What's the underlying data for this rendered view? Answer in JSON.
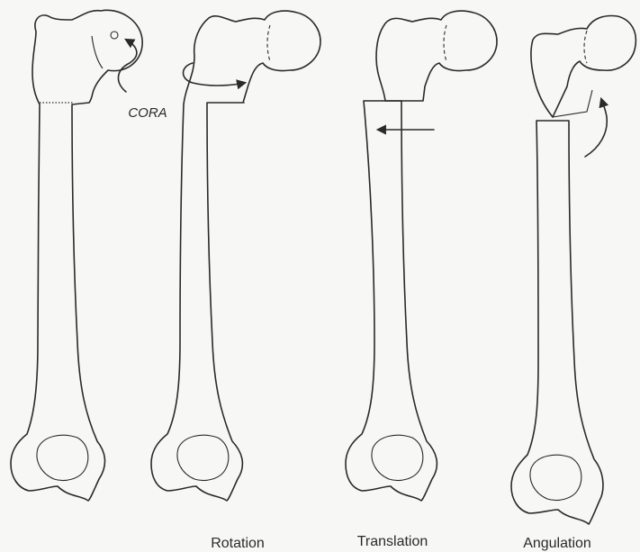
{
  "labels": {
    "cora": "CORA",
    "rotation": "Rotation",
    "translation": "Translation",
    "angulation": "Angulation"
  },
  "colors": {
    "ink": "#2a2a2a",
    "paper": "#f7f7f5"
  },
  "panels": [
    {
      "id": "original",
      "caption": ""
    },
    {
      "id": "rotation",
      "caption": "Rotation"
    },
    {
      "id": "translation",
      "caption": "Translation"
    },
    {
      "id": "angulation",
      "caption": "Angulation"
    }
  ]
}
